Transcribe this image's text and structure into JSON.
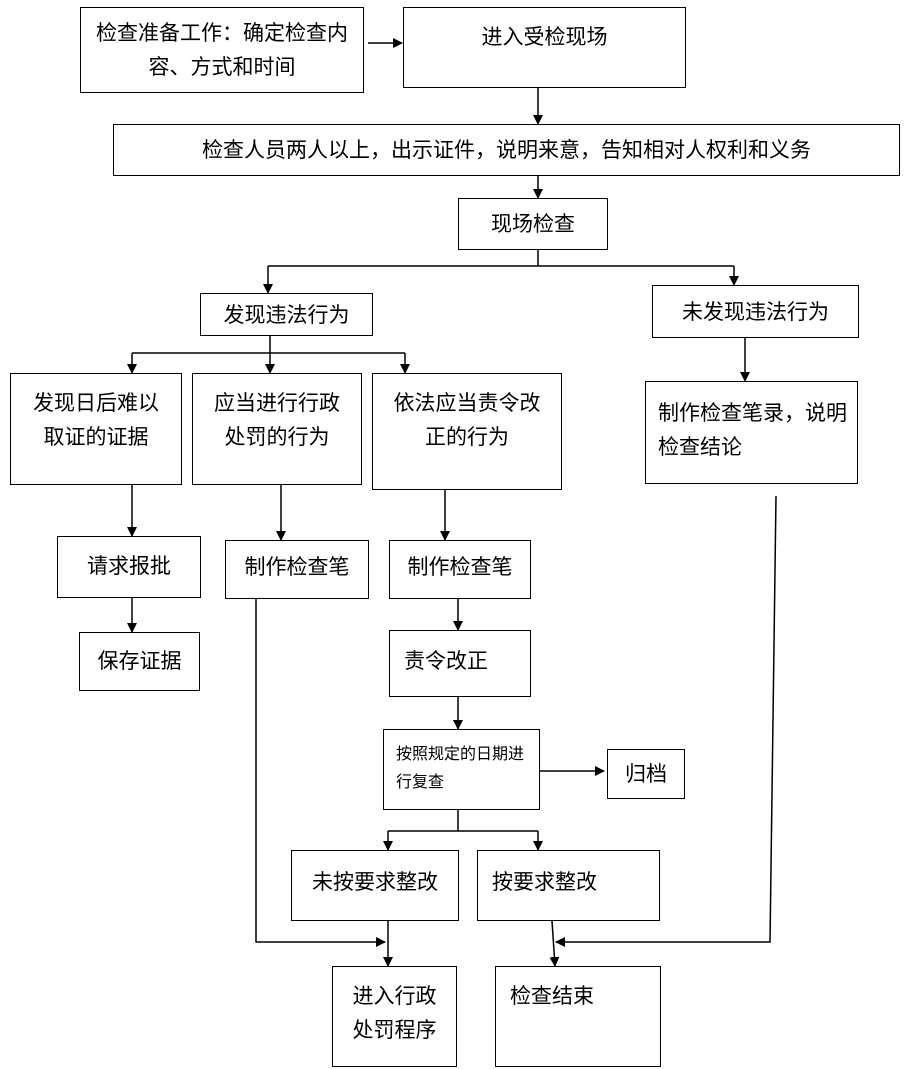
{
  "nodes": {
    "prep": "检查准备工作：确定检查内容、方式和时间",
    "enter_site": "进入受检现场",
    "show_id": "检查人员两人以上，出示证件，说明来意，告知相对人权利和义务",
    "onsite_check": "现场检查",
    "found_violation": "发现违法行为",
    "no_violation": "未发现违法行为",
    "evidence_hard": "发现日后难以取证的证据",
    "should_penalize": "应当进行行政处罚的行为",
    "order_correct_behavior": "依法应当责令改正的行为",
    "record_conclusion": "制作检查笔录，说明检查结论",
    "request_approval": "请求报批",
    "preserve_evidence": "保存证据",
    "make_record_1": "制作检查笔",
    "make_record_2": "制作检查笔",
    "order_correct": "责令改正",
    "recheck": "按照规定的日期进行复查",
    "archive": "归档",
    "not_rectified": "未按要求整改",
    "rectified": "按要求整改",
    "enter_penalty": "进入行政处罚程序",
    "check_end": "检查结束"
  }
}
